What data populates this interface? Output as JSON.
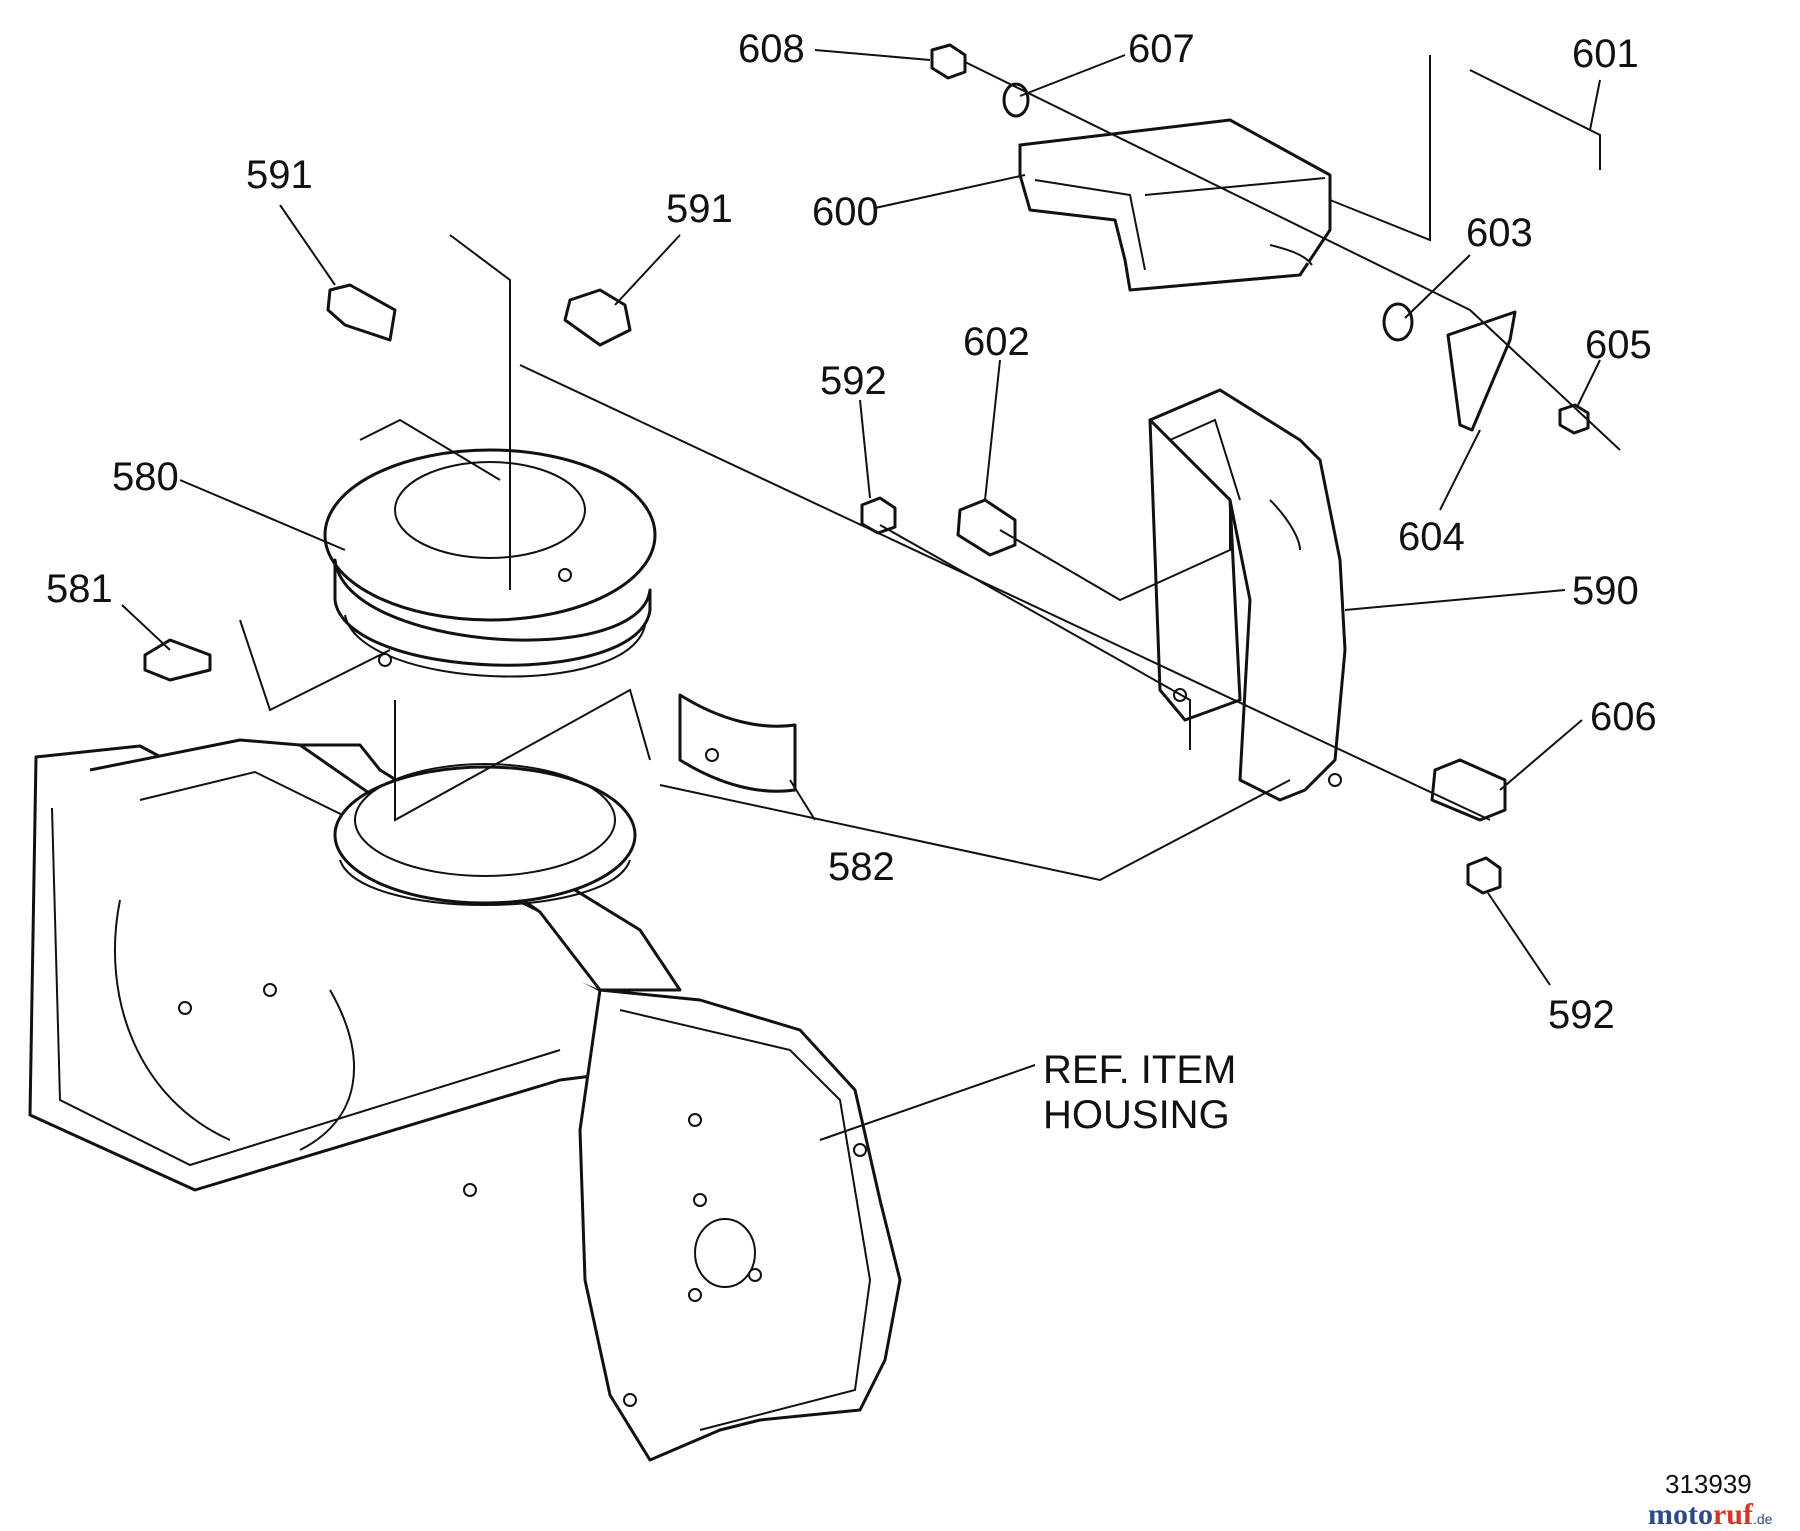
{
  "diagram": {
    "callouts": {
      "c608": "608",
      "c607": "607",
      "c601": "601",
      "c591a": "591",
      "c591b": "591",
      "c600": "600",
      "c603": "603",
      "c605": "605",
      "c592a": "592",
      "c602": "602",
      "c580": "580",
      "c604": "604",
      "c590": "590",
      "c581": "581",
      "c606": "606",
      "c582": "582",
      "c592b": "592"
    },
    "reference": {
      "line1": "REF. ITEM",
      "line2": "HOUSING"
    },
    "document_number": "313939",
    "watermark": {
      "brand_a": "moto",
      "brand_b": "ruf",
      "tld": ".de"
    }
  }
}
